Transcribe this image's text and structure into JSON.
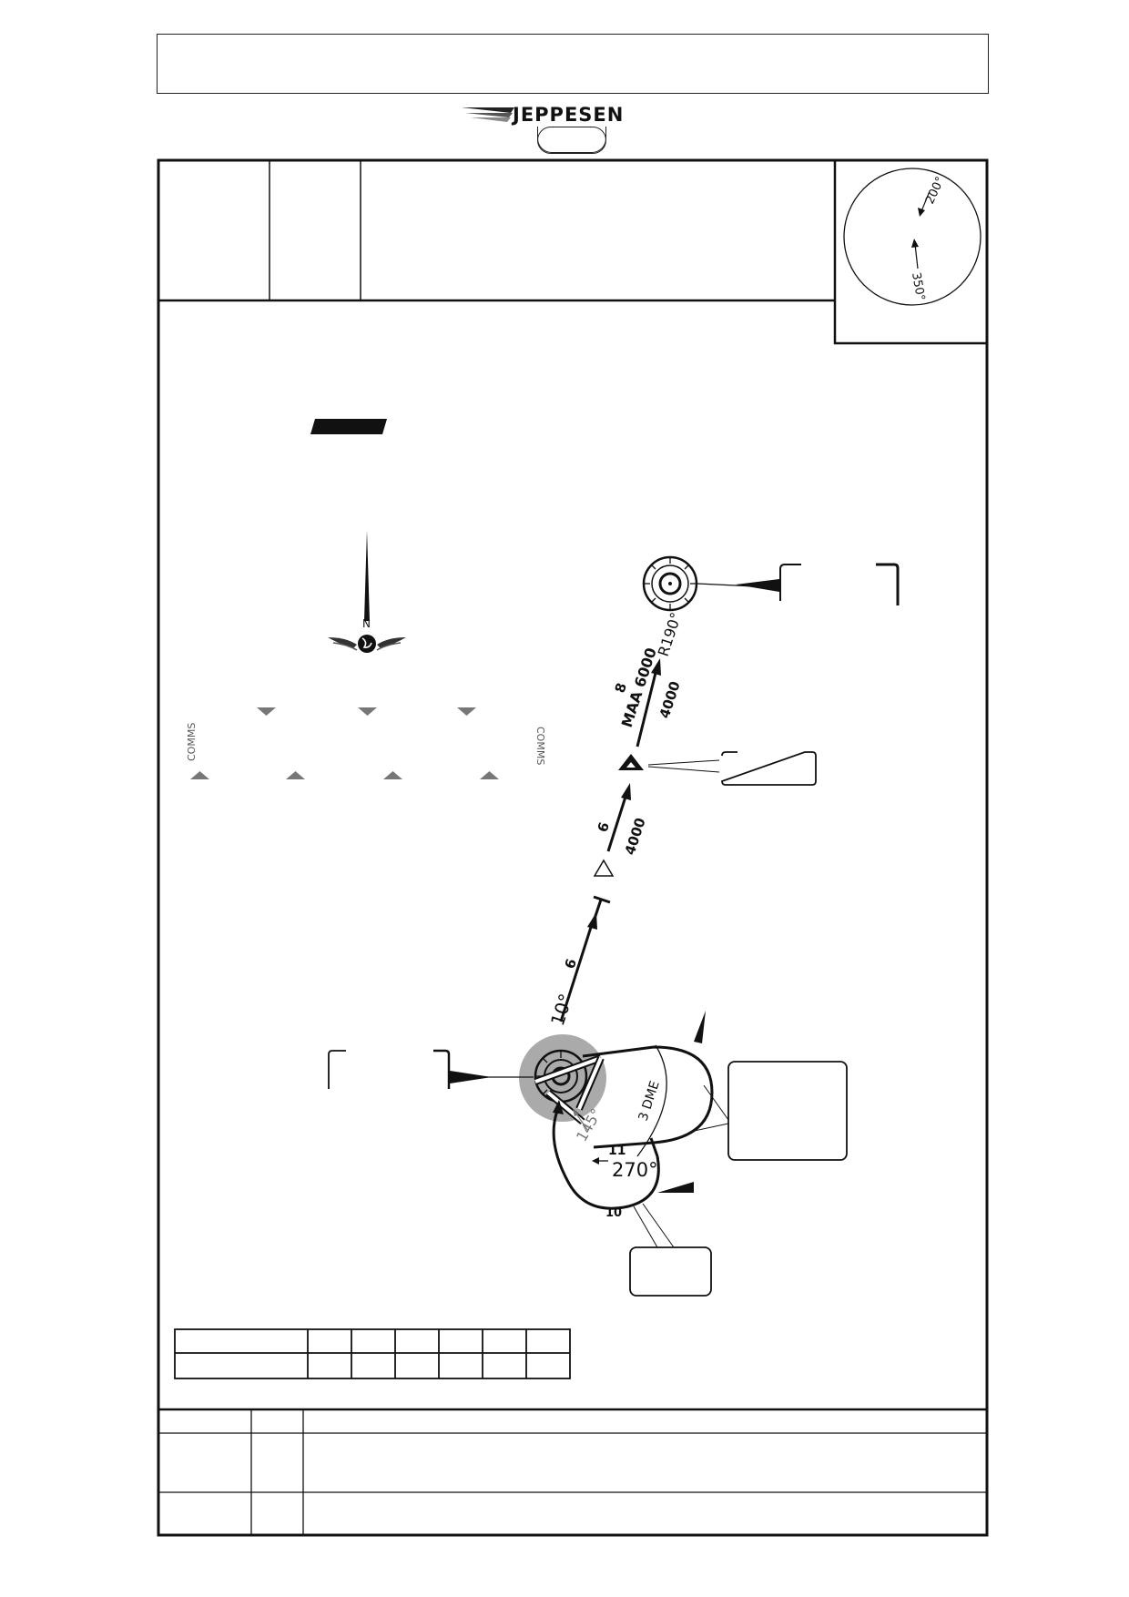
{
  "brand": {
    "name": "JEPPESEN",
    "logo_icon": "jeppesen-swoosh-icon"
  },
  "inset": {
    "radial_1": "200°",
    "radial_2": "350°"
  },
  "compass": {
    "north": "N",
    "icon": "north-arrow-globe-icon"
  },
  "comms": {
    "left": "COMMS",
    "right": "COMMS"
  },
  "route": {
    "seg1_dist": "6",
    "seg2_dist": "6",
    "seg2_alt": "4000",
    "seg3_dist": "8",
    "seg3_maa": "MAA 6000",
    "seg3_alt": "4000",
    "radial_out": "R190°",
    "course_out": "10°"
  },
  "holding": {
    "dme": "3 DME",
    "bearing": "145°",
    "dist_11": "11",
    "dist_10": "10",
    "heading": "270°"
  }
}
